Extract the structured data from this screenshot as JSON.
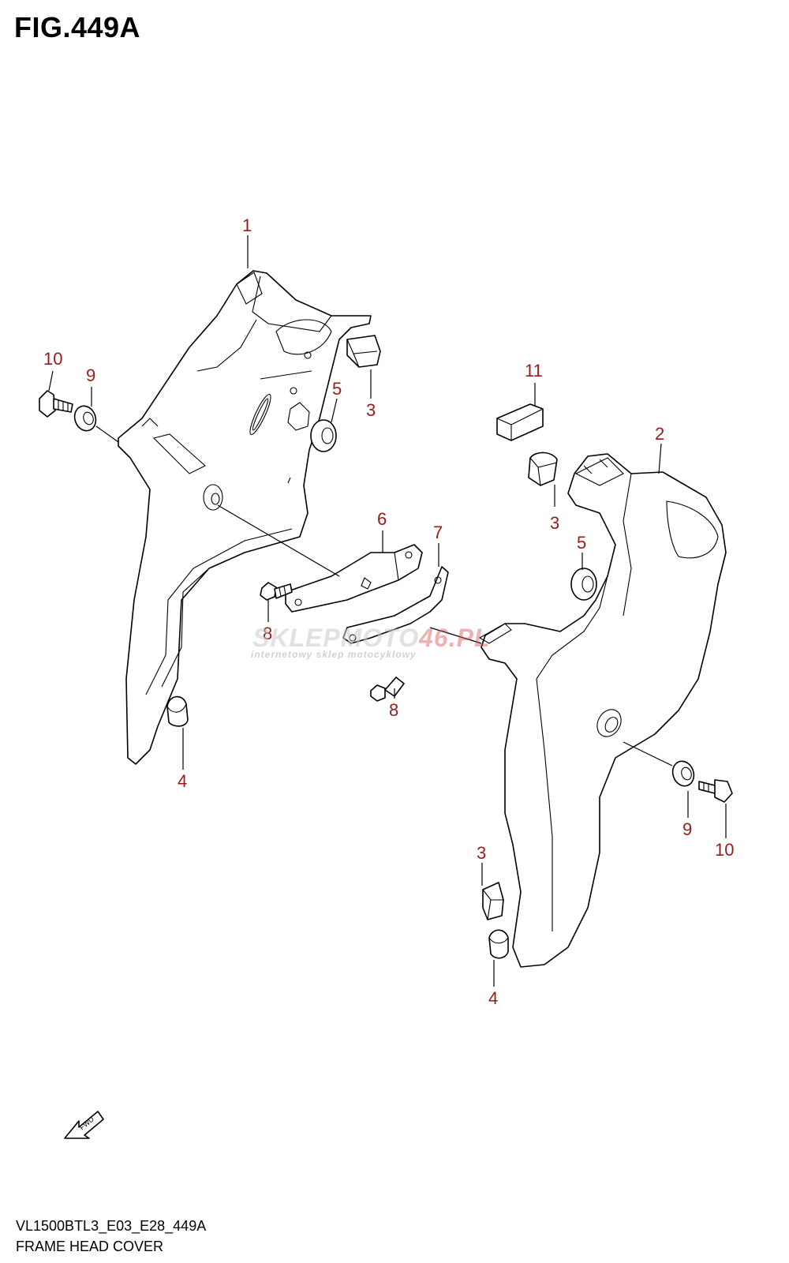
{
  "figure": {
    "title": "FIG.449A"
  },
  "footer": {
    "model_code": "VL1500BTL3_E03_E28_449A",
    "section_title": "FRAME HEAD COVER"
  },
  "watermark": {
    "brand_a": "SKLEPMOTO",
    "brand_b": "46.PL",
    "tagline": "internetowy sklep motocyklowy"
  },
  "fwd_arrow": {
    "label": "FWD"
  },
  "callouts": [
    "1",
    "10",
    "9",
    "5",
    "3",
    "11",
    "2",
    "3",
    "6",
    "7",
    "5",
    "8",
    "8",
    "4",
    "9",
    "10",
    "3",
    "4"
  ],
  "colors": {
    "callout": "#9a1a1a",
    "line": "#000000"
  }
}
